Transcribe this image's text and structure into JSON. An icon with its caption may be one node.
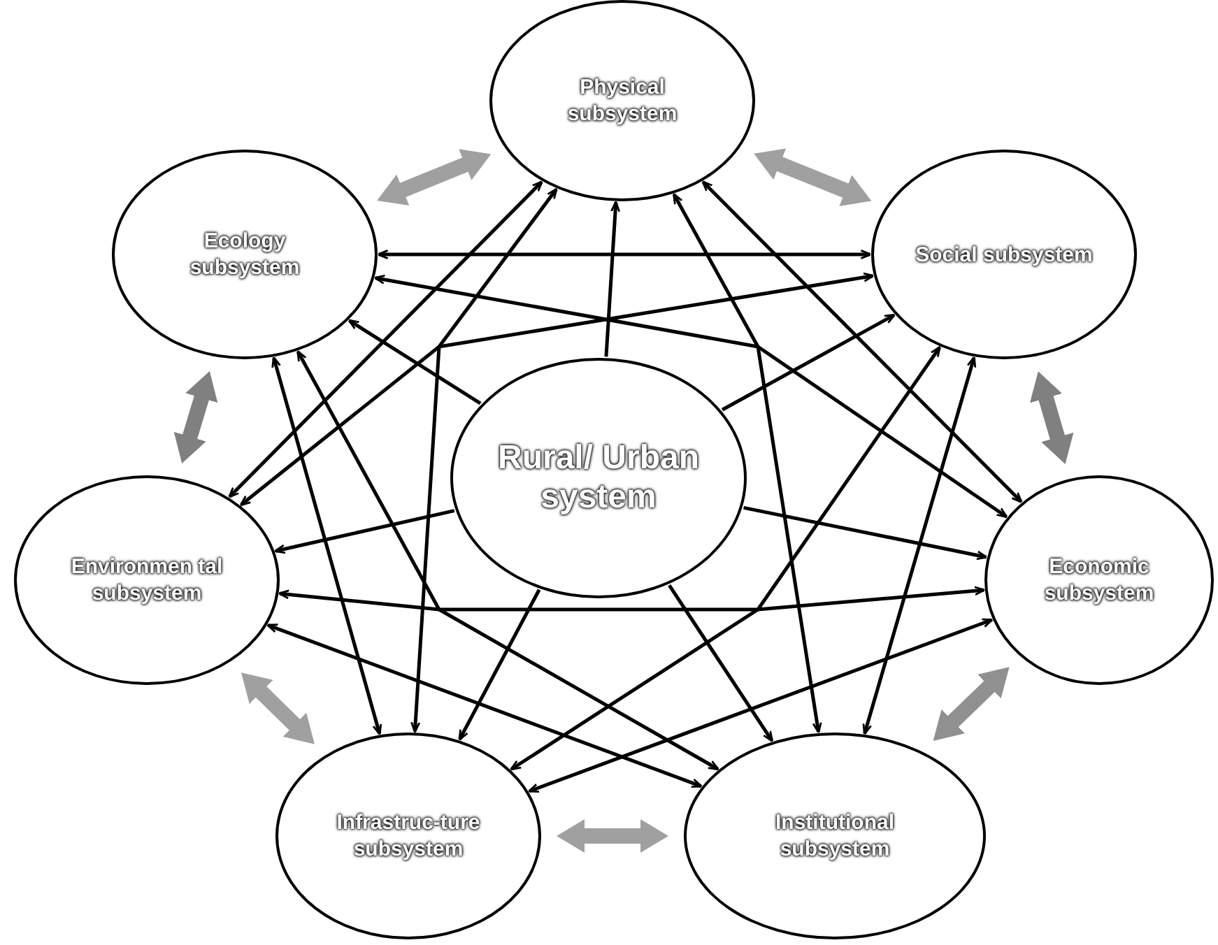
{
  "diagram": {
    "nodes": [
      {
        "text": [
          "Physical subsystem"
        ]
      },
      {
        "text": [
          "Ecology subsystem"
        ]
      },
      {
        "text": [
          "Social subsystem"
        ]
      },
      {
        "text": [
          "Rural/ Urban system"
        ]
      },
      {
        "text": [
          "Environmen tal subsystem"
        ]
      },
      {
        "text": [
          "Economic subsystem"
        ]
      },
      {
        "text": [
          "Infrastruc-ture subsystem"
        ]
      },
      {
        "text": [
          "Institutional subsystem"
        ]
      }
    ],
    "edges": [
      {
        "from": 3,
        "to": 0,
        "arrow": "to"
      },
      {
        "from": 3,
        "to": 1,
        "arrow": "to"
      },
      {
        "from": 3,
        "to": 2,
        "arrow": "to"
      },
      {
        "from": 3,
        "to": 4,
        "arrow": "to"
      },
      {
        "from": 3,
        "to": 5,
        "arrow": "to"
      },
      {
        "from": 3,
        "to": 6,
        "arrow": "to"
      },
      {
        "from": 3,
        "to": 7,
        "arrow": "to"
      },
      {
        "from": 0,
        "to": 4,
        "arrow": "both"
      },
      {
        "from": 0,
        "to": 6,
        "arrow": "both"
      },
      {
        "from": 0,
        "to": 7,
        "arrow": "both"
      },
      {
        "from": 0,
        "to": 5,
        "arrow": "both"
      },
      {
        "from": 1,
        "to": 2,
        "arrow": "both"
      },
      {
        "from": 1,
        "to": 6,
        "arrow": "both"
      },
      {
        "from": 1,
        "to": 7,
        "arrow": "both"
      },
      {
        "from": 1,
        "to": 5,
        "arrow": "both"
      },
      {
        "from": 2,
        "to": 4,
        "arrow": "both"
      },
      {
        "from": 2,
        "to": 6,
        "arrow": "both"
      },
      {
        "from": 2,
        "to": 7,
        "arrow": "both"
      },
      {
        "from": 4,
        "to": 5,
        "arrow": "both"
      },
      {
        "from": 4,
        "to": 7,
        "arrow": "both"
      },
      {
        "from": 5,
        "to": 6,
        "arrow": "both"
      },
      {
        "from": 1,
        "to": 0,
        "arrow": "both",
        "style": "thick",
        "color": "#a0a0a0"
      },
      {
        "from": 0,
        "to": 2,
        "arrow": "both",
        "style": "thick",
        "color": "#a0a0a0"
      },
      {
        "from": 2,
        "to": 5,
        "arrow": "both",
        "style": "thick",
        "color": "#808080"
      },
      {
        "from": 5,
        "to": 7,
        "arrow": "both",
        "style": "thick",
        "color": "#909090"
      },
      {
        "from": 7,
        "to": 6,
        "arrow": "both",
        "style": "thick",
        "color": "#a0a0a0"
      },
      {
        "from": 6,
        "to": 4,
        "arrow": "both",
        "style": "thick",
        "color": "#a0a0a0"
      },
      {
        "from": 4,
        "to": 1,
        "arrow": "both",
        "style": "thick",
        "color": "#808080"
      }
    ]
  }
}
